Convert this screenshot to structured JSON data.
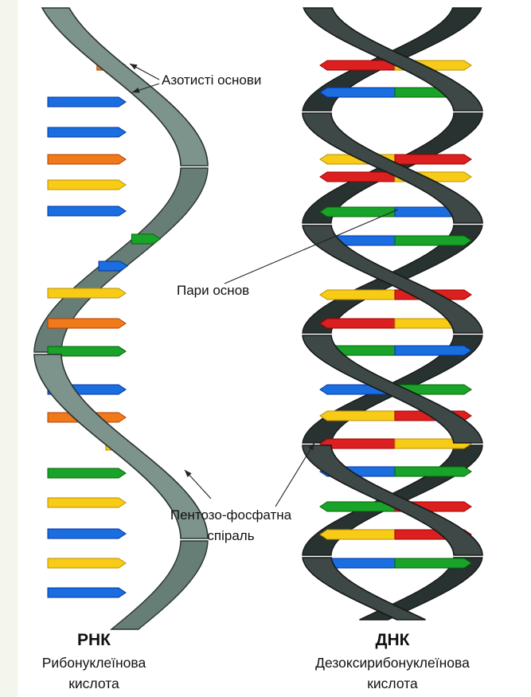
{
  "labels": {
    "nitrogenous_bases": "Азотисті основи",
    "base_pairs": "Пари основ",
    "backbone_line1": "Пентозо-фосфатна",
    "backbone_line2": "спіраль"
  },
  "rna": {
    "title": "РНК",
    "subtitle_line1": "Рибонуклеїнова",
    "subtitle_line2": "кислота"
  },
  "dna": {
    "title": "ДНК",
    "subtitle_line1": "Дезоксирибонуклеїнова",
    "subtitle_line2": "кислота"
  },
  "colors": {
    "orange": "#f07a1a",
    "blue": "#1a6ee0",
    "yellow": "#f7cb16",
    "green": "#1aa32a",
    "red": "#dc1f1f",
    "rna_backbone": "#7c948c",
    "dna_backbone": "#3e4846"
  },
  "rna_bases": [
    "orange",
    "blue",
    "blue",
    "orange",
    "yellow",
    "blue",
    "green",
    "blue",
    "yellow",
    "orange",
    "green",
    "blue",
    "orange",
    "yellow",
    "green",
    "yellow",
    "blue",
    "yellow",
    "blue"
  ],
  "dna_pairs": [
    [
      "red",
      "yellow"
    ],
    [
      "blue",
      "green"
    ],
    [
      "yellow",
      "red"
    ],
    [
      "red",
      "yellow"
    ],
    [
      "green",
      "blue"
    ],
    [
      "blue",
      "green"
    ],
    [
      "yellow",
      "red"
    ],
    [
      "red",
      "yellow"
    ],
    [
      "green",
      "blue"
    ],
    [
      "blue",
      "green"
    ],
    [
      "yellow",
      "red"
    ],
    [
      "red",
      "yellow"
    ],
    [
      "blue",
      "green"
    ],
    [
      "green",
      "red"
    ],
    [
      "yellow",
      "red"
    ],
    [
      "blue",
      "green"
    ]
  ]
}
